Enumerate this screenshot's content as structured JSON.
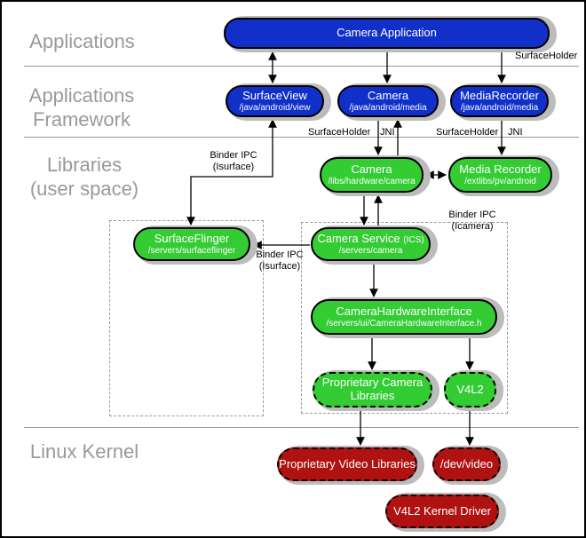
{
  "layers": {
    "applications": "Applications",
    "framework_line1": "Applications",
    "framework_line2": "Framework",
    "libraries_line1": "Libraries",
    "libraries_line2": "(user space)",
    "linux_kernel": "Linux Kernel"
  },
  "nodes": {
    "camera_application": {
      "title": "Camera Application"
    },
    "surfaceview": {
      "title": "SurfaceView",
      "subtitle": "/java/android/view"
    },
    "camera_java": {
      "title": "Camera",
      "subtitle": "/java/android/media"
    },
    "mediarecorder_java": {
      "title": "MediaRecorder",
      "subtitle": "/java/android/media"
    },
    "camera_lib": {
      "title": "Camera",
      "subtitle": "/libs/hardware/camera"
    },
    "media_recorder_lib": {
      "title": "Media Recorder",
      "subtitle": "/extlibs/pv/android"
    },
    "surfaceflinger": {
      "title": "SurfaceFlinger",
      "subtitle": "/servers/surfaceflinger"
    },
    "camera_service": {
      "title": "Camera Service",
      "title_suffix": "(ICS)",
      "subtitle": "/servers/camera"
    },
    "camera_hardware_interface": {
      "title": "CameraHardwareInterface",
      "subtitle": "/servers/ui/CameraHardwareInterface.h"
    },
    "proprietary_camera_libraries": {
      "title": "Proprietary Camera Libraries"
    },
    "v4l2": {
      "title": "V4L2"
    },
    "proprietary_video_libraries": {
      "title": "Proprietary Video Libraries"
    },
    "dev_video": {
      "title": "/dev/video"
    },
    "v4l2_kernel_driver": {
      "title": "V4L2 Kernel Driver"
    }
  },
  "labels": {
    "surfaceholder_top": "SurfaceHolder",
    "surfaceholder_camera": "SurfaceHolder",
    "jni_camera": "JNI",
    "surfaceholder_mediarecorder": "SurfaceHolder",
    "jni_mediarecorder": "JNI",
    "binder_ipc_isurface_top_line1": "Binder IPC",
    "binder_ipc_isurface_top_line2": "(Isurface)",
    "binder_ipc_isurface_mid_line1": "Binder IPC",
    "binder_ipc_isurface_mid_line2": "(Isurface)",
    "binder_ipc_icamera_line1": "Binder IPC",
    "binder_ipc_icamera_line2": "(Icamera)"
  },
  "colors": {
    "framework_blue": "#1130c9",
    "native_green": "#33cc33",
    "kernel_red": "#b01212",
    "layer_label_gray": "#999999",
    "shadow_gray": "#bcbcbc"
  }
}
